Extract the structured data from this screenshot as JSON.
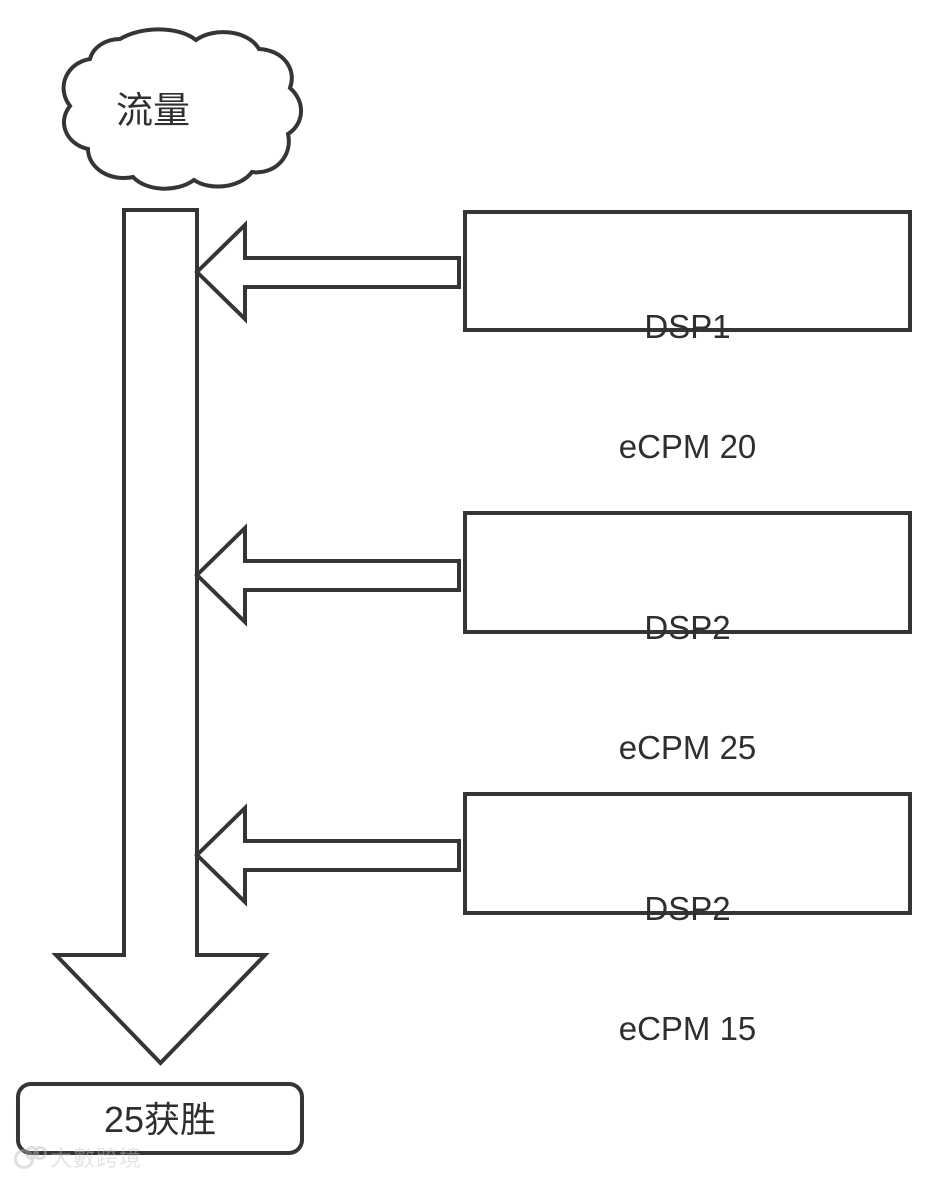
{
  "diagram": {
    "title_text": "流量",
    "source_node": {
      "name": "traffic-cloud",
      "label": "流量",
      "shape": "cloud"
    },
    "flow_arrow": {
      "name": "main-down-arrow",
      "direction": "down"
    },
    "bidders": [
      {
        "id": "dsp1",
        "name": "DSP1",
        "metric_label": "eCPM 20",
        "metric_name": "eCPM",
        "metric_value": 20,
        "arrow_direction": "left"
      },
      {
        "id": "dsp2-a",
        "name": "DSP2",
        "metric_label": "eCPM 25",
        "metric_name": "eCPM",
        "metric_value": 25,
        "arrow_direction": "left"
      },
      {
        "id": "dsp2-b",
        "name": "DSP2",
        "metric_label": "eCPM 15",
        "metric_name": "eCPM",
        "metric_value": 15,
        "arrow_direction": "left"
      }
    ],
    "result_node": {
      "name": "winner-box",
      "label": "25获胜",
      "shape": "rounded-rectangle"
    },
    "colors": {
      "stroke": "#353535",
      "fill": "#ffffff",
      "text": "#2f2f2f",
      "watermark": "#c4c4c4"
    }
  },
  "watermark": {
    "text": "大數跨境"
  }
}
